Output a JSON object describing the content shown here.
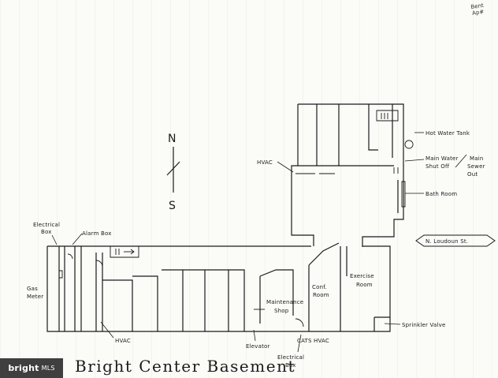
{
  "title": "Bright Center Basement",
  "corner_note": [
    "Bent",
    "Ap#"
  ],
  "compass": {
    "north": "N",
    "south": "S"
  },
  "street": "N. Loudoun St.",
  "labels": {
    "hvac_top": "HVAC",
    "hot_water_tank": "Hot Water Tank",
    "main_water_shut_off": [
      "Main Water",
      "Shut Off"
    ],
    "main_sewer_out": [
      "Main",
      "Sewer",
      "Out"
    ],
    "bath_room": "Bath Room",
    "electrical_box_left": [
      "Electrical",
      "Box"
    ],
    "alarm_box": "Alarm Box",
    "gas_meter": [
      "Gas",
      "Meter"
    ],
    "hvac_left": "HVAC",
    "maintenance_shop": [
      "Maintenance",
      "Shop"
    ],
    "conf_room": [
      "Conf.",
      "Room"
    ],
    "exercise_room": [
      "Exercise",
      "Room"
    ],
    "sprinkler_valve": "Sprinkler Valve",
    "elevator": "Elevator",
    "cats": "CATS",
    "hvac_bottom": "HVAC",
    "electrical_box_bottom": [
      "Electrical",
      "Box"
    ]
  },
  "watermark": {
    "brand": "bright",
    "suffix": "MLS"
  }
}
